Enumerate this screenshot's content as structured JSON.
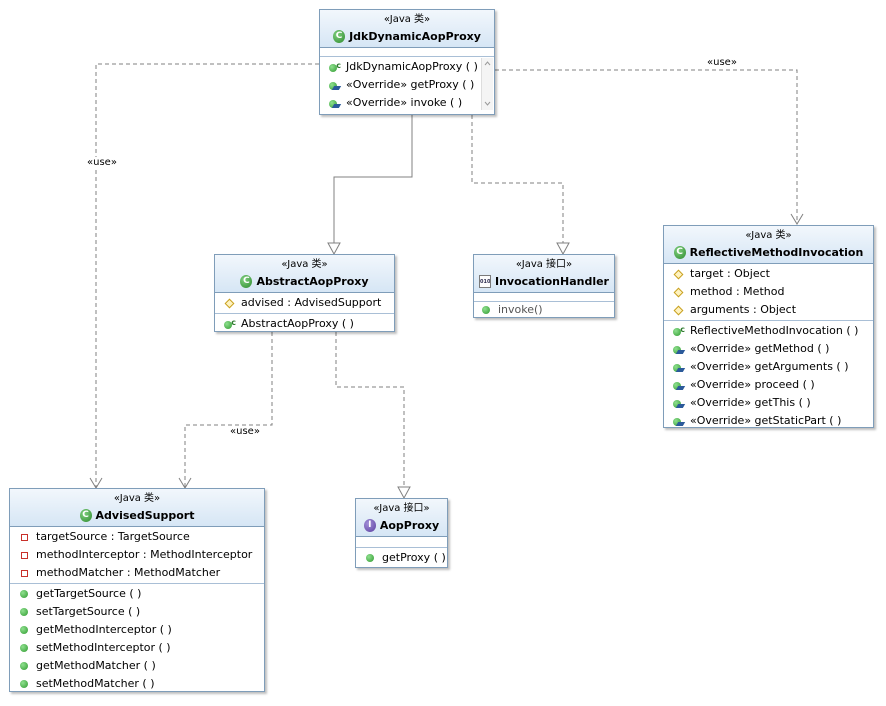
{
  "stereotype_class": "«Java 类»",
  "stereotype_interface": "«Java 接口»",
  "classes": {
    "jdk": {
      "name": "JdkDynamicAopProxy",
      "methods": [
        "JdkDynamicAopProxy ( )",
        "«Override» getProxy ( )",
        "«Override» invoke ( )"
      ]
    },
    "abstract": {
      "name": "AbstractAopProxy",
      "fields": [
        "advised : AdvisedSupport"
      ],
      "methods": [
        "AbstractAopProxy ( )"
      ]
    },
    "handler": {
      "name": "InvocationHandler",
      "methods": [
        "invoke()"
      ]
    },
    "reflective": {
      "name": "ReflectiveMethodInvocation",
      "fields": [
        "target : Object",
        "method : Method",
        "arguments : Object"
      ],
      "methods": [
        "ReflectiveMethodInvocation ( )",
        "«Override» getMethod ( )",
        "«Override» getArguments ( )",
        "«Override» proceed ( )",
        "«Override» getThis ( )",
        "«Override» getStaticPart ( )"
      ]
    },
    "advised": {
      "name": "AdvisedSupport",
      "fields": [
        "targetSource : TargetSource",
        "methodInterceptor : MethodInterceptor",
        "methodMatcher : MethodMatcher"
      ],
      "methods": [
        "getTargetSource ( )",
        "setTargetSource ( )",
        "getMethodInterceptor ( )",
        "setMethodInterceptor ( )",
        "getMethodMatcher ( )",
        "setMethodMatcher ( )"
      ]
    },
    "aop": {
      "name": "AopProxy",
      "methods": [
        "getProxy ( )"
      ]
    }
  },
  "edge_labels": {
    "jdk_reflective": "«use»",
    "jdk_advised": "«use»",
    "abstract_advised": "«use»"
  },
  "icons": {
    "class": "class-icon",
    "interface": "interface-icon",
    "interface_file": "interface-file-icon",
    "public_method": "public-method-icon",
    "constructor": "constructor-icon",
    "override_method": "override-method-icon",
    "field": "default-field-icon",
    "private_field": "private-field-icon"
  },
  "colors": {
    "border": "#7f9db9",
    "header_top": "#f2f7fc",
    "header_bottom": "#d6e6f5",
    "edge": "#808080"
  }
}
